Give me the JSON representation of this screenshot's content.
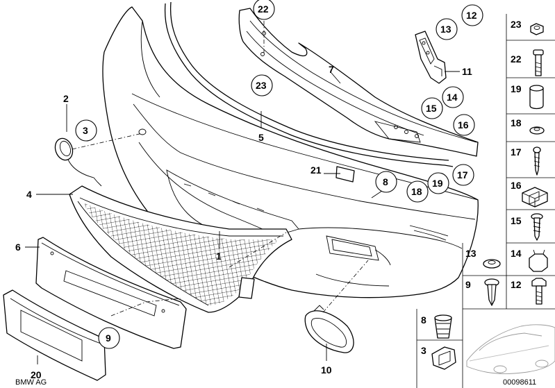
{
  "diagram": {
    "watermark": "BMW AG",
    "catalog_no": "00098611",
    "callouts": {
      "c1": "1",
      "c2": "2",
      "c3": "3",
      "c4": "4",
      "c5": "5",
      "c6": "6",
      "c7": "7",
      "c8": "8",
      "c9": "9",
      "c10": "10",
      "c11": "11",
      "c12": "12",
      "c13": "13",
      "c14": "14",
      "c15": "15",
      "c16": "16",
      "c17": "17",
      "c18": "18",
      "c19": "19",
      "c20": "20",
      "c21": "21",
      "c22": "22",
      "c23": "23"
    },
    "sidebar": {
      "s23": "23",
      "s22": "22",
      "s19": "19",
      "s18": "18",
      "s17": "17",
      "s16": "16",
      "s15": "15",
      "s13": "13",
      "s14": "14",
      "s9": "9",
      "s12": "12",
      "s8": "8",
      "s3": "3"
    }
  }
}
